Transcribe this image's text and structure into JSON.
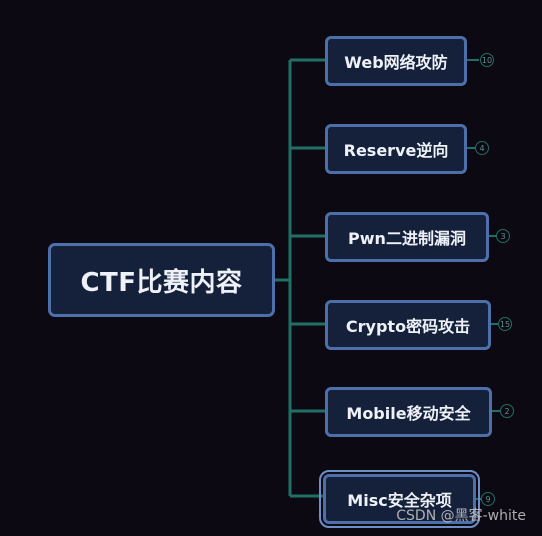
{
  "root": {
    "label": "CTF比赛内容"
  },
  "branches": [
    {
      "label": "Web网络攻防",
      "count": "10"
    },
    {
      "label": "Reserve逆向",
      "count": "4"
    },
    {
      "label": "Pwn二进制漏洞",
      "count": "3"
    },
    {
      "label": "Crypto密码攻击",
      "count": "15"
    },
    {
      "label": "Mobile移动安全",
      "count": "2"
    },
    {
      "label": "Misc安全杂项",
      "count": "9"
    }
  ],
  "watermark": "CSDN @黑客-white",
  "colors": {
    "background": "#0c0912",
    "node_fill": "#15213b",
    "node_border": "#4d70aa",
    "connector": "#1f6f66"
  }
}
